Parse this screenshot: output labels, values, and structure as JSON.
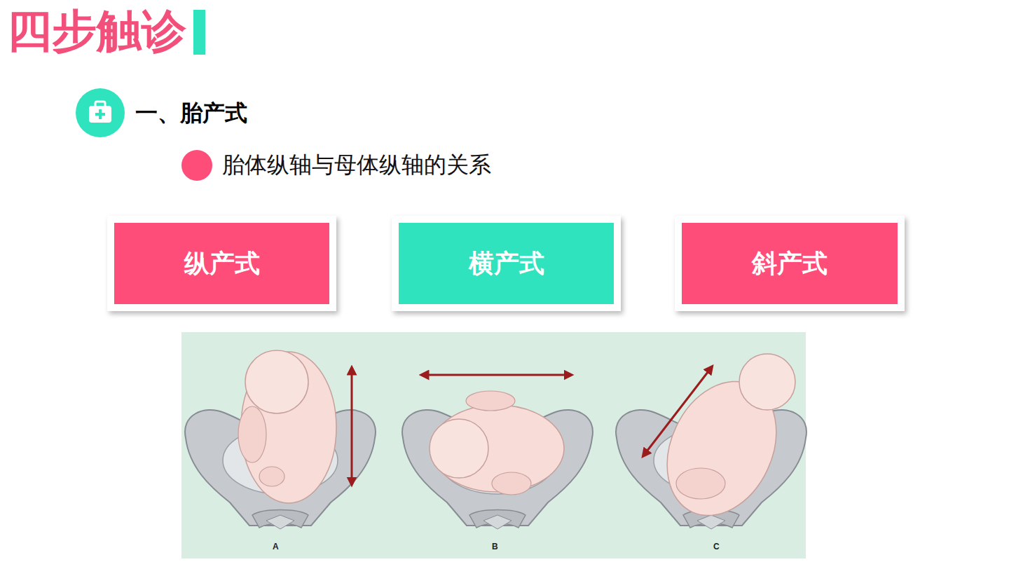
{
  "diagram": {
    "title": "四步触诊",
    "nodes": [
      {
        "text": [
          "纵产式"
        ]
      },
      {
        "text": [
          "横产式"
        ]
      },
      {
        "text": [
          "斜产式"
        ]
      }
    ],
    "labels": [
      "一、胎产式",
      "胎体纵轴与母体纵轴的关系",
      "A",
      "B",
      "C"
    ]
  }
}
